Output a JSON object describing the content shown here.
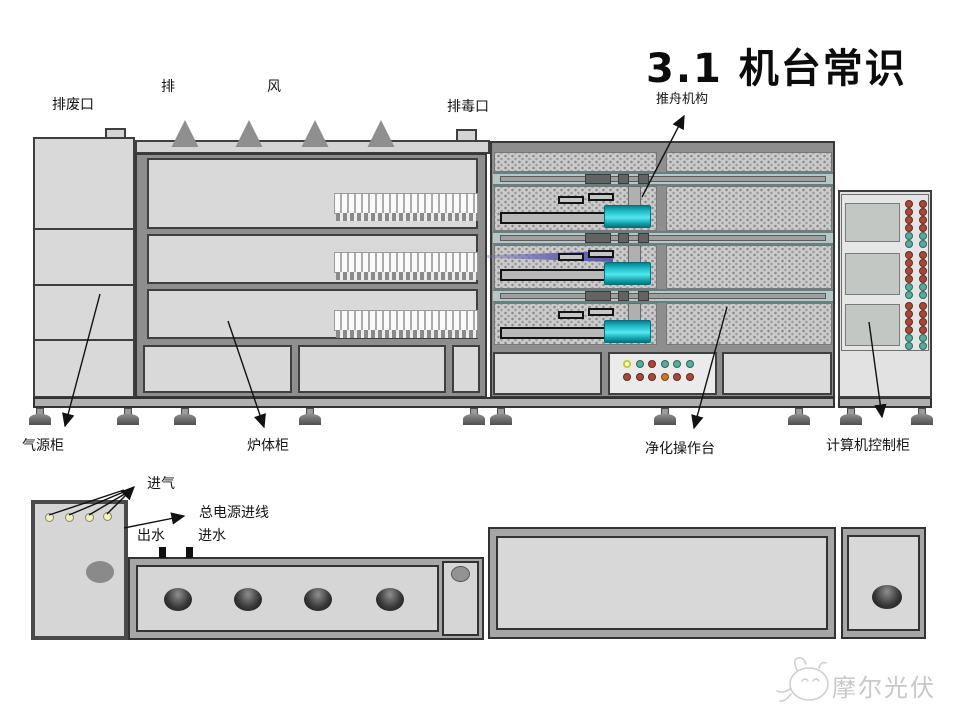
{
  "title": "3.1 机台常识",
  "top_labels": {
    "waste_port": "排废口",
    "exhaust_1": "排",
    "exhaust_2": "风",
    "toxic_port": "排毒口",
    "boat_pusher": "推舟机构"
  },
  "bottom_labels": {
    "gas_cabinet": "气源柜",
    "furnace_cabinet": "炉体柜",
    "purify_console": "净化操作台",
    "computer_cabinet": "计算机控制柜"
  },
  "lower_labels": {
    "air_inlet": "进气",
    "power_inlet": "总电源进线",
    "water_outlet": "出水",
    "water_inlet": "进水"
  },
  "watermark": "摩尔光伏",
  "colors": {
    "boat_cyan": "#2ed0da",
    "rail_blue": "#b7c7c7",
    "purple_rod": "#6f6db2",
    "indicator_red": "#a84838",
    "indicator_orange": "#c87828",
    "indicator_teal": "#55ab9c",
    "indicator_yellow": "#c8c832"
  },
  "indicator_panel": {
    "rows": [
      [
        "yellow",
        "teal",
        "red",
        "teal",
        "teal",
        "teal"
      ],
      [
        "red",
        "red",
        "red",
        "orange",
        "red",
        "red"
      ]
    ]
  },
  "control_cabinet": {
    "sections": [
      {
        "dot_rows": [
          "red",
          "red",
          "red",
          "red",
          "teal",
          "teal"
        ]
      },
      {
        "dot_rows": [
          "red",
          "red",
          "red",
          "red",
          "teal",
          "teal"
        ]
      },
      {
        "dot_rows": [
          "red",
          "red",
          "red",
          "red",
          "teal",
          "teal"
        ]
      }
    ]
  }
}
